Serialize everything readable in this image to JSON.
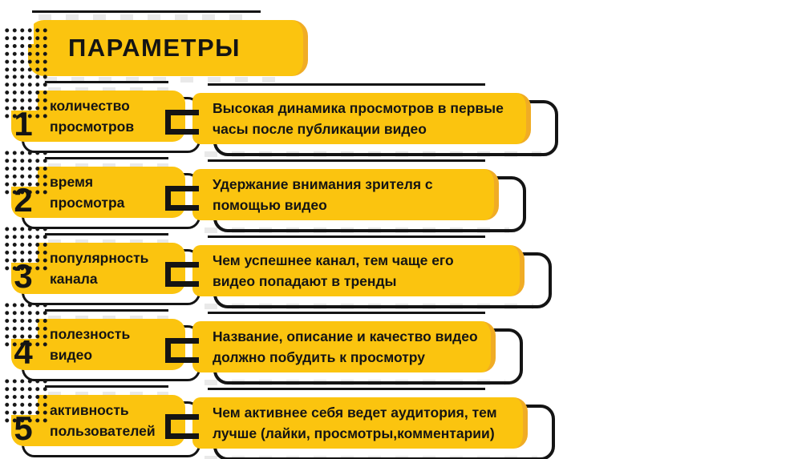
{
  "title": {
    "text": "ПАРАМЕТРЫ"
  },
  "colors": {
    "box_yellow": "#FBC40F",
    "edge_yellow": "#F0AC25",
    "ink": "#141414"
  },
  "rows": [
    {
      "num": "1",
      "label_line1": "количество",
      "label_line2": "просмотров",
      "desc_line1": "Высокая динамика просмотров в первые",
      "desc_line2": "часы после публикации видео"
    },
    {
      "num": "2",
      "label_line1": "время просмотра",
      "label_line2": "",
      "desc_line1": "Удержание внимания зрителя с",
      "desc_line2": "помощью видео"
    },
    {
      "num": "3",
      "label_line1": "популярность",
      "label_line2": "канала",
      "desc_line1": "Чем успешнее канал, тем чаще его",
      "desc_line2": "видео попадают в тренды"
    },
    {
      "num": "4",
      "label_line1": "полезность",
      "label_line2": "видео",
      "desc_line1": "Название, описание и качество видео",
      "desc_line2": "должно побудить к просмотру"
    },
    {
      "num": "5",
      "label_line1": "активность",
      "label_line2": "пользователей",
      "desc_line1": "Чем активнее себя ведет аудитория, тем",
      "desc_line2": "лучше (лайки, просмотры,комментарии)"
    }
  ]
}
